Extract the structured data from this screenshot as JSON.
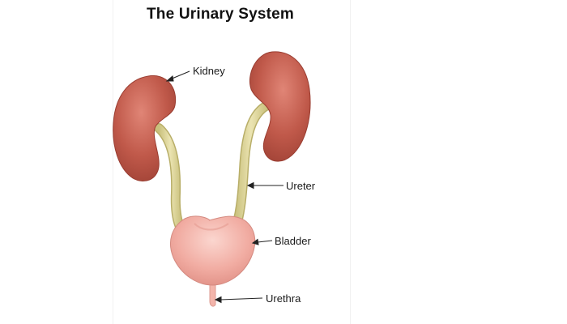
{
  "title": "The Urinary System",
  "labels": {
    "kidney": "Kidney",
    "ureter": "Ureter",
    "bladder": "Bladder",
    "urethra": "Urethra"
  },
  "colors": {
    "kidney": "#b85446",
    "kidney_highlight": "#d8786a",
    "ureter": "#e0d9a0",
    "bladder": "#f2b0a7",
    "bladder_highlight": "#f8cfc8"
  }
}
